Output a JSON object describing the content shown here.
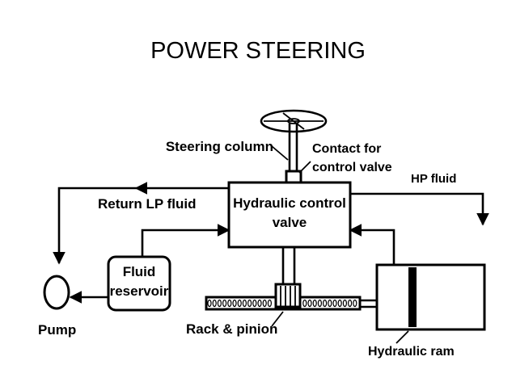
{
  "title": "POWER STEERING",
  "labels": {
    "steering_column": "Steering column",
    "contact_line1": "Contact for",
    "contact_line2": "control valve",
    "hp_fluid": "HP fluid",
    "return_lp": "Return LP fluid",
    "valve_line1": "Hydraulic control",
    "valve_line2": "valve",
    "reservoir_line1": "Fluid",
    "reservoir_line2": "reservoir",
    "pump": "Pump",
    "rack_pinion": "Rack & pinion",
    "hydraulic_ram": "Hydraulic ram"
  },
  "colors": {
    "ink": "#000000",
    "background": "#ffffff"
  }
}
